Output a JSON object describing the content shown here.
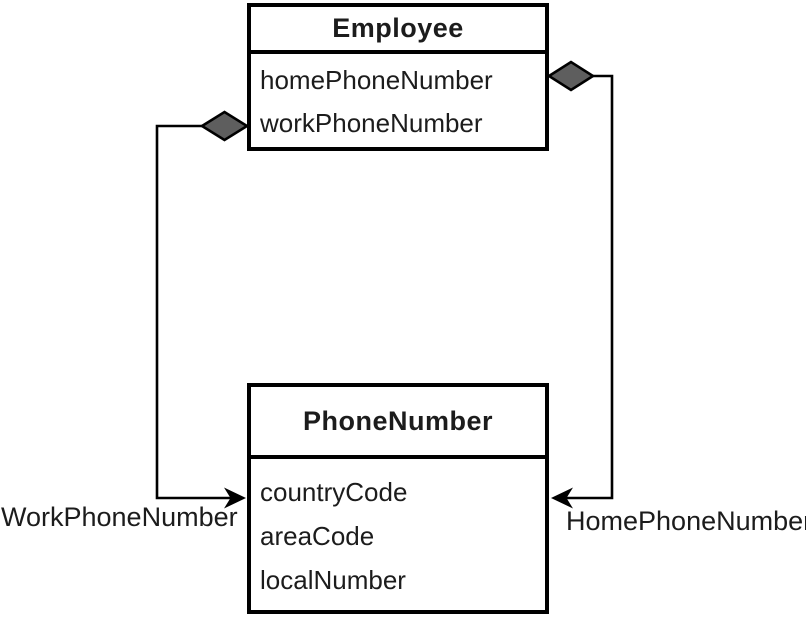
{
  "classes": [
    {
      "name": "Employee",
      "attributes": [
        "homePhoneNumber",
        "workPhoneNumber"
      ]
    },
    {
      "name": "PhoneNumber",
      "attributes": [
        "countryCode",
        "areaCode",
        "localNumber"
      ]
    }
  ],
  "associations": [
    {
      "label": "WorkPhoneNumber",
      "aggregate_end": "Employee",
      "arrow_end": "PhoneNumber",
      "end_style": "filled-diamond-to-arrow"
    },
    {
      "label": "HomePhoneNumber",
      "aggregate_end": "Employee",
      "arrow_end": "PhoneNumber",
      "end_style": "filled-diamond-to-arrow"
    }
  ],
  "colors": {
    "line": "#000000",
    "diamond_fill": "#5e5e5e",
    "diamond_stroke": "#000000",
    "arrow_fill": "#000000",
    "box_border": "#000000",
    "box_fill": "#ffffff",
    "background": "#ffffff",
    "text": "#1c1c1c"
  }
}
